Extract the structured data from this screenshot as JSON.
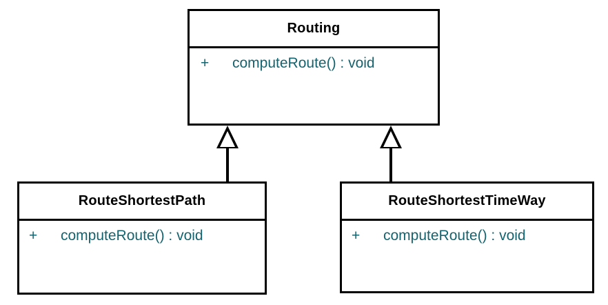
{
  "diagram": {
    "type": "uml-class-diagram",
    "background_color": "#ffffff",
    "border_color": "#000000",
    "class_name_color": "#000000",
    "member_color": "#15636f",
    "relationship_type": "generalization",
    "classes": [
      {
        "id": "routing",
        "name": "Routing",
        "role": "parent",
        "methods": [
          {
            "visibility": "+",
            "signature": "computeRoute() : void"
          }
        ]
      },
      {
        "id": "route-shortest-path",
        "name": "RouteShortestPath",
        "role": "child",
        "methods": [
          {
            "visibility": "+",
            "signature": "computeRoute() : void"
          }
        ]
      },
      {
        "id": "route-shortest-time-way",
        "name": "RouteShortestTimeWay",
        "role": "child",
        "methods": [
          {
            "visibility": "+",
            "signature": "computeRoute() : void"
          }
        ]
      }
    ],
    "relationships": [
      {
        "id": "gen-left",
        "kind": "generalization",
        "from": "RouteShortestPath",
        "to": "Routing"
      },
      {
        "id": "gen-right",
        "kind": "generalization",
        "from": "RouteShortestTimeWay",
        "to": "Routing"
      }
    ]
  }
}
